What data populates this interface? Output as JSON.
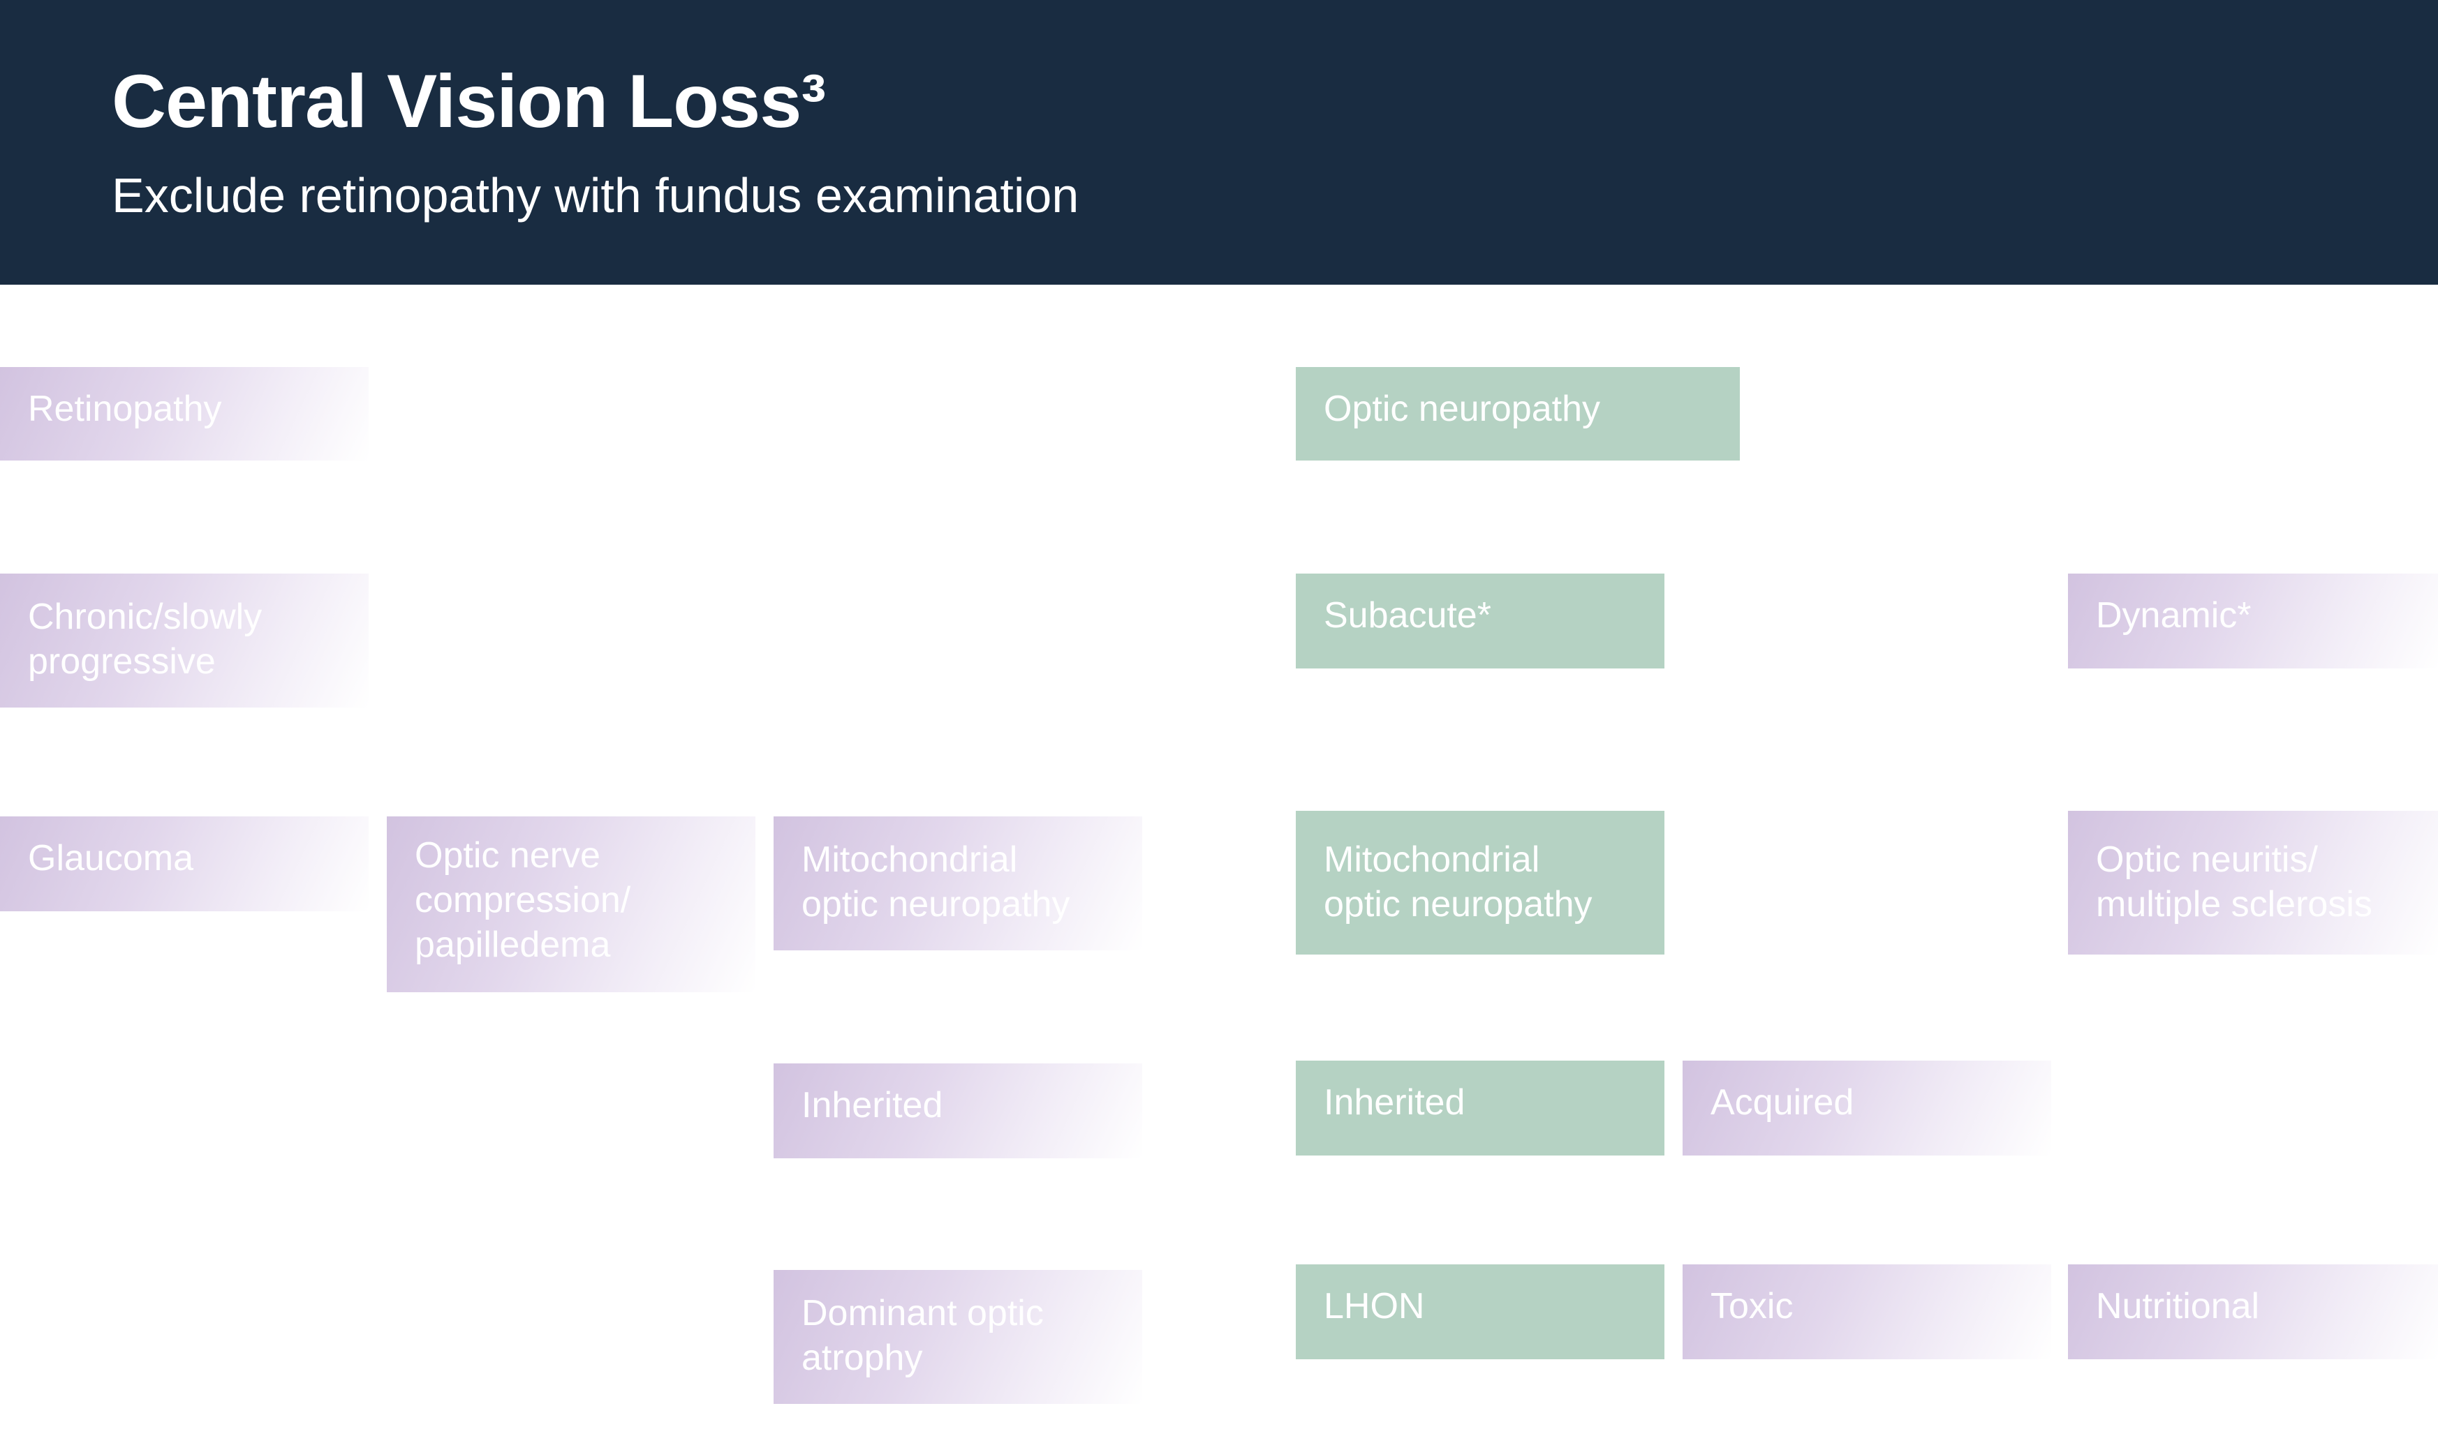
{
  "header": {
    "title": "Central Vision Loss³",
    "subtitle": "Exclude retinopathy with fundus examination"
  },
  "colors": {
    "header_bg": "#192c41",
    "purple_box": "#d2c3e0",
    "green_box": "#b5d2c3",
    "box_text": "#ffffff"
  },
  "nodes": {
    "retinopathy": "Retinopathy",
    "optic_neuropathy": "Optic neuropathy",
    "chronic": "Chronic/slowly\nprogressive",
    "subacute": "Subacute*",
    "dynamic": "Dynamic*",
    "glaucoma": "Glaucoma",
    "compression": "Optic nerve\ncompression/\npapilledema",
    "mito_1": "Mitochondrial\noptic neuropathy",
    "mito_2": "Mitochondrial\noptic neuropathy",
    "optic_neuritis": "Optic neuritis/\nmultiple sclerosis",
    "inherited_1": "Inherited",
    "inherited_2": "Inherited",
    "acquired": "Acquired",
    "doa": "Dominant optic\natrophy",
    "lhon": "LHON",
    "toxic": "Toxic",
    "nutritional": "Nutritional"
  }
}
